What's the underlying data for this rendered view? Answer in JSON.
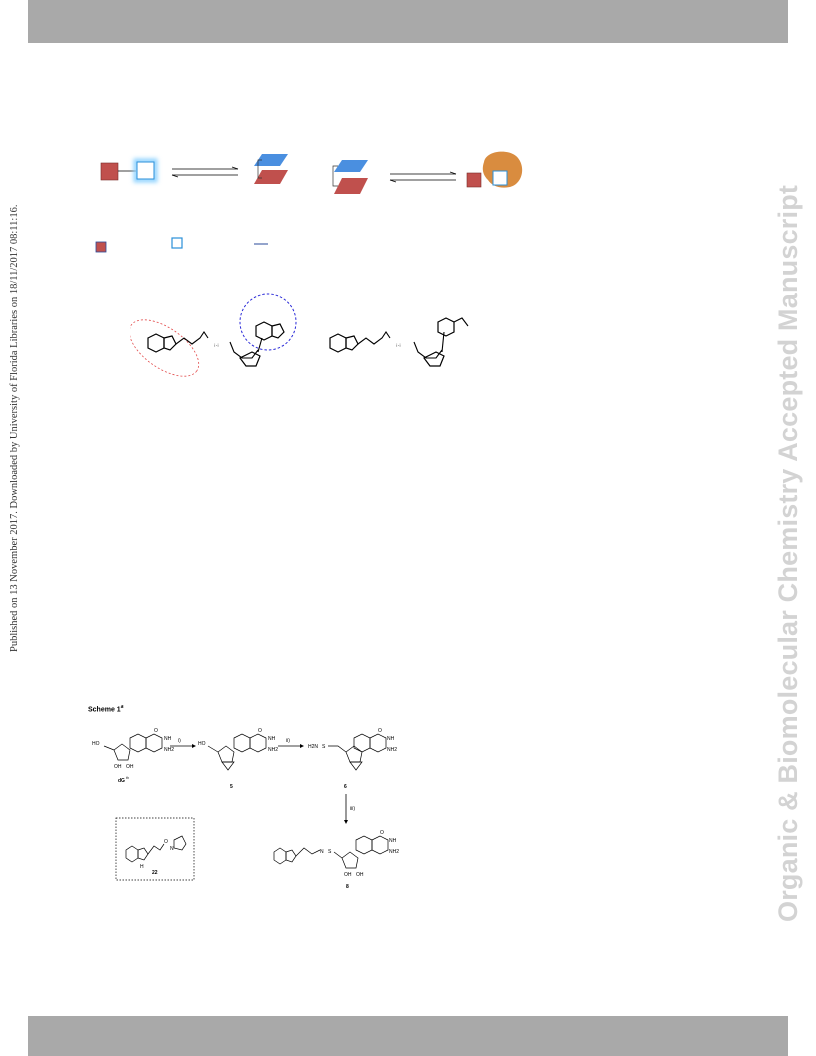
{
  "sidebar": {
    "published_note": "Published on 13 November 2017. Downloaded by University of Florida Libraries on 18/11/2017 08:11:16.",
    "journal_watermark": "Organic & Biomolecular Chemistry Accepted Manuscript"
  },
  "scheme": {
    "title": "Scheme 1",
    "title_sup": "a",
    "steps": [
      "i)",
      "ii)",
      "iii)"
    ],
    "compounds": [
      "dG",
      "5",
      "6",
      "8",
      "22"
    ],
    "compound_sup": "th",
    "atoms": {
      "nh": "NH",
      "nh2": "NH2",
      "ho": "HO",
      "oh": "OH",
      "h2n": "H2N",
      "o": "O",
      "n": "N",
      "s": "S",
      "h": "H"
    }
  },
  "colors": {
    "red_block": "#c0504d",
    "blue_block": "#4aa8e8",
    "orange_blob": "#d98c3f",
    "gray_bar": "#a9a9a9"
  }
}
